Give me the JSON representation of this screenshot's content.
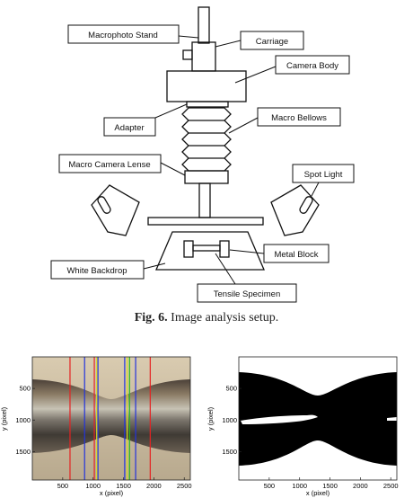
{
  "diagram": {
    "labels": {
      "stand": "Macrophoto Stand",
      "carriage": "Carriage",
      "camera_body": "Camera Body",
      "adapter": "Adapter",
      "bellows": "Macro Bellows",
      "lens": "Macro Camera Lense",
      "spotlight": "Spot Light",
      "metal_block": "Metal Block",
      "backdrop": "White Backdrop",
      "specimen": "Tensile Specimen"
    }
  },
  "caption": {
    "label": "Fig. 6.",
    "text": "Image analysis setup."
  },
  "chart_data": [
    {
      "type": "image",
      "xlabel": "x (pixel)",
      "ylabel": "y (pixel)",
      "xlim": [
        0,
        2600
      ],
      "ylim": [
        1950,
        0
      ],
      "xticks": [
        500,
        1000,
        1500,
        2000,
        2500
      ],
      "yticks": [
        500,
        1000,
        1500
      ],
      "vertical_lines": [
        {
          "x": 620,
          "color": "#e52222"
        },
        {
          "x": 860,
          "color": "#2233dd"
        },
        {
          "x": 1020,
          "color": "#e52222"
        },
        {
          "x": 1060,
          "color": "#dddd22"
        },
        {
          "x": 1080,
          "color": "#2233dd"
        },
        {
          "x": 1520,
          "color": "#2233dd"
        },
        {
          "x": 1560,
          "color": "#dddd22"
        },
        {
          "x": 1600,
          "color": "#22bb22"
        },
        {
          "x": 1700,
          "color": "#2233dd"
        },
        {
          "x": 1940,
          "color": "#e52222"
        }
      ]
    },
    {
      "type": "image",
      "xlabel": "x (pixel)",
      "ylabel": "y (pixel)",
      "xlim": [
        0,
        2600
      ],
      "ylim": [
        1950,
        0
      ],
      "xticks": [
        500,
        1000,
        1500,
        2000,
        2500
      ],
      "yticks": [
        500,
        1000,
        1500
      ]
    }
  ]
}
